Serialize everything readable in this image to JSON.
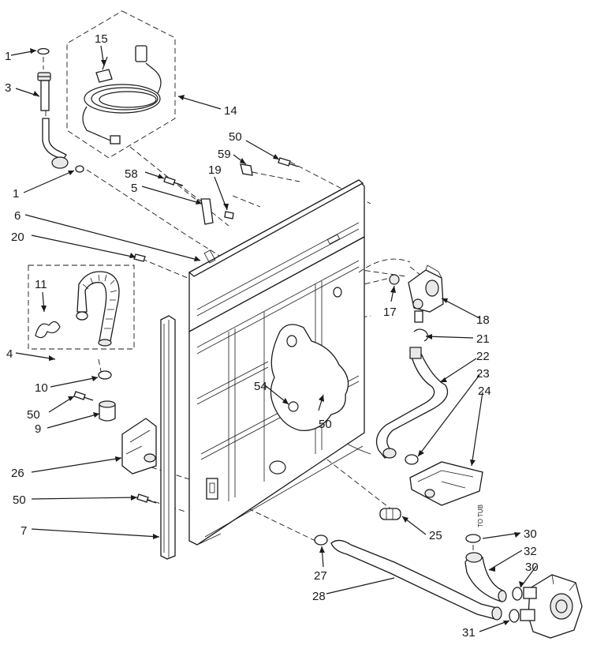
{
  "diagram": {
    "part_numbers": [
      {
        "id": "p1a",
        "text": "1"
      },
      {
        "id": "p3",
        "text": "3"
      },
      {
        "id": "p15",
        "text": "15"
      },
      {
        "id": "p14",
        "text": "14"
      },
      {
        "id": "p1b",
        "text": "1"
      },
      {
        "id": "p50a",
        "text": "50"
      },
      {
        "id": "p59",
        "text": "59"
      },
      {
        "id": "p58",
        "text": "58"
      },
      {
        "id": "p19",
        "text": "19"
      },
      {
        "id": "p5",
        "text": "5"
      },
      {
        "id": "p6",
        "text": "6"
      },
      {
        "id": "p20",
        "text": "20"
      },
      {
        "id": "p11",
        "text": "11"
      },
      {
        "id": "p4",
        "text": "4"
      },
      {
        "id": "p10",
        "text": "10"
      },
      {
        "id": "p50b",
        "text": "50"
      },
      {
        "id": "p9",
        "text": "9"
      },
      {
        "id": "p26",
        "text": "26"
      },
      {
        "id": "p50c",
        "text": "50"
      },
      {
        "id": "p7",
        "text": "7"
      },
      {
        "id": "p54",
        "text": "54"
      },
      {
        "id": "p50d",
        "text": "50"
      },
      {
        "id": "p17",
        "text": "17"
      },
      {
        "id": "p18",
        "text": "18"
      },
      {
        "id": "p21",
        "text": "21"
      },
      {
        "id": "p22",
        "text": "22"
      },
      {
        "id": "p23",
        "text": "23"
      },
      {
        "id": "p24",
        "text": "24"
      },
      {
        "id": "p25",
        "text": "25"
      },
      {
        "id": "p27",
        "text": "27"
      },
      {
        "id": "p28",
        "text": "28"
      },
      {
        "id": "p30a",
        "text": "30"
      },
      {
        "id": "p32",
        "text": "32"
      },
      {
        "id": "p30b",
        "text": "30"
      },
      {
        "id": "p31",
        "text": "31"
      }
    ],
    "annotation": "TO TUB"
  }
}
